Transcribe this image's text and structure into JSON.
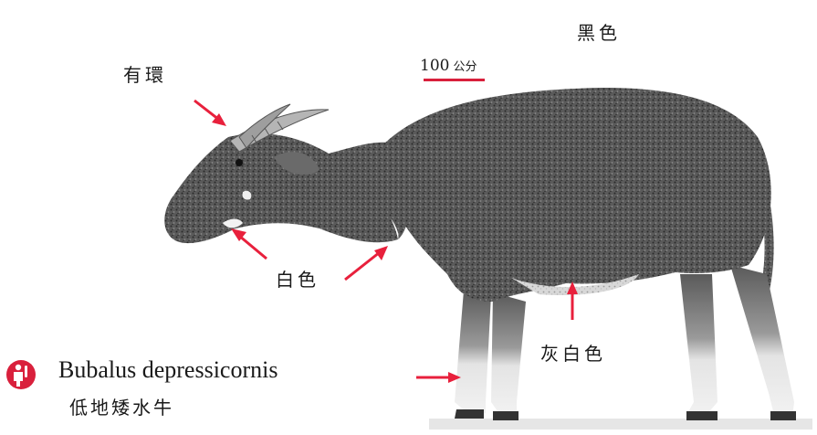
{
  "labels": {
    "black": "黑色",
    "ringed": "有環",
    "white": "白色",
    "grey_white": "灰白色"
  },
  "scale": {
    "value": "100",
    "unit": "公分"
  },
  "species": {
    "latin": "Bubalus depressicornis",
    "common": "低地矮水牛",
    "icon": "endangered-person-icon"
  },
  "colors": {
    "arrow": "#e8203c",
    "icon": "#d9203c",
    "body": "#4a4a4a"
  }
}
